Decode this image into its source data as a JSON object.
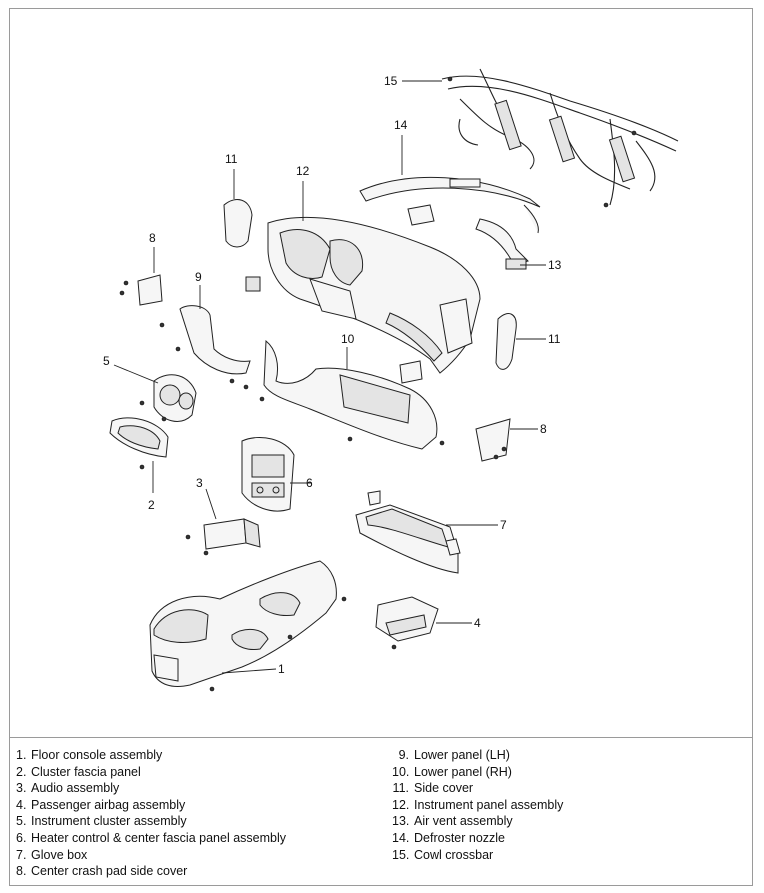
{
  "callouts": {
    "c1": "1",
    "c2": "2",
    "c3": "3",
    "c4": "4",
    "c5": "5",
    "c6": "6",
    "c7": "7",
    "c8a": "8",
    "c8b": "8",
    "c9": "9",
    "c10": "10",
    "c11a": "11",
    "c11b": "11",
    "c12": "12",
    "c13": "13",
    "c14": "14",
    "c15": "15"
  },
  "legend": {
    "left": [
      {
        "num": "1.",
        "label": "Floor console assembly"
      },
      {
        "num": "2.",
        "label": "Cluster fascia panel"
      },
      {
        "num": "3.",
        "label": "Audio assembly"
      },
      {
        "num": "4.",
        "label": "Passenger airbag assembly"
      },
      {
        "num": "5.",
        "label": "Instrument cluster assembly"
      },
      {
        "num": "6.",
        "label": "Heater control & center fascia panel assembly"
      },
      {
        "num": "7.",
        "label": "Glove box"
      },
      {
        "num": "8.",
        "label": "Center crash pad side cover"
      }
    ],
    "right": [
      {
        "num": "9.",
        "label": "Lower panel (LH)"
      },
      {
        "num": "10.",
        "label": "Lower panel (RH)"
      },
      {
        "num": "11.",
        "label": "Side cover"
      },
      {
        "num": "12.",
        "label": "Instrument panel assembly"
      },
      {
        "num": "13.",
        "label": "Air vent assembly"
      },
      {
        "num": "14.",
        "label": "Defroster nozzle"
      },
      {
        "num": "15.",
        "label": "Cowl crossbar"
      }
    ]
  }
}
